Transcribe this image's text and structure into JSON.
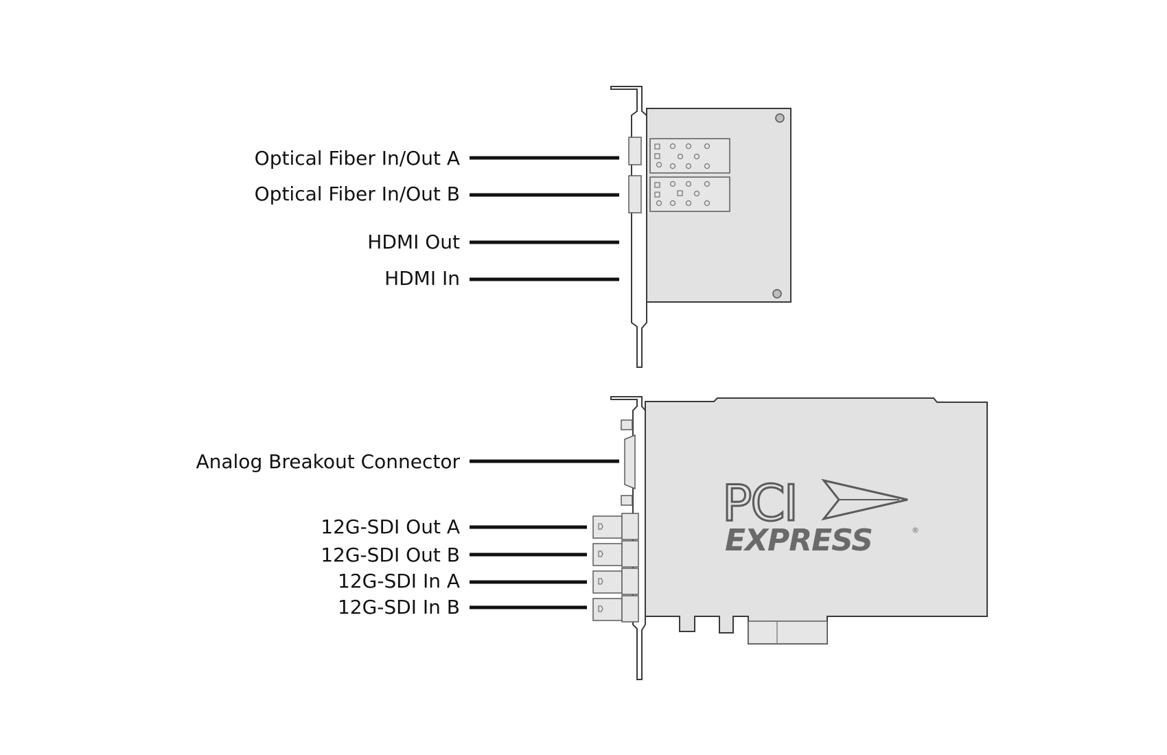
{
  "top_card": {
    "labels": [
      "Optical Fiber In/Out A",
      "Optical Fiber In/Out B",
      "HDMI Out",
      "HDMI In"
    ]
  },
  "bottom_card": {
    "labels": [
      "Analog Breakout Connector",
      "12G-SDI Out A",
      "12G-SDI Out B",
      "12G-SDI In A",
      "12G-SDI In B"
    ],
    "logo": {
      "line1": "PCI",
      "line2": "EXPRESS",
      "mark": "®"
    }
  },
  "colors": {
    "board": "#e2e2e2",
    "outline": "#3a3a3a",
    "leader": "#111111",
    "logo": "#6a6a6a"
  }
}
